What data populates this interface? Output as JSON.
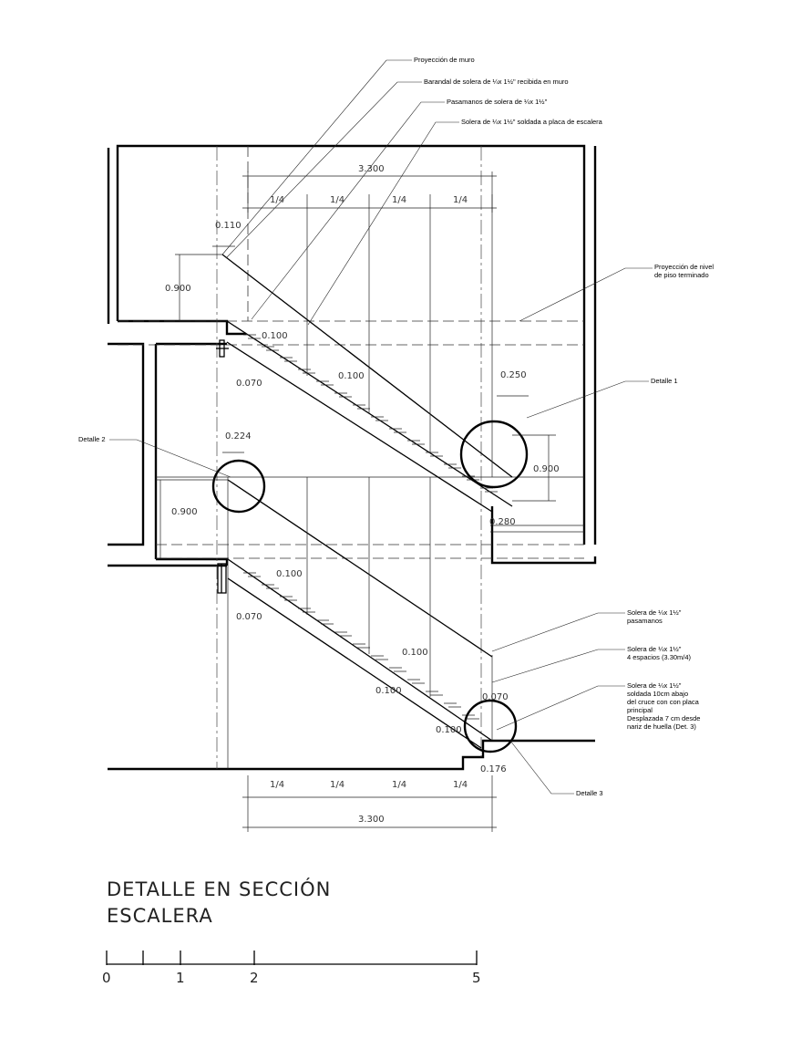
{
  "title": {
    "line1": "DETALLE EN SECCIÓN",
    "line2": "ESCALERA"
  },
  "notes": {
    "muro": "Proyección de muro",
    "barandal": "Barandal de solera de ¼x 1½\" recibida en muro",
    "pasamanos": "Pasamanos de solera de ¼x 1½\"",
    "solera_placa": "Solera de ¼x 1½\" soldada a placa de escalera",
    "nivel_1": "Proyección de nivel",
    "nivel_2": "de piso terminado",
    "detalle1": "Detalle 1",
    "detalle2": "Detalle 2",
    "detalle3": "Detalle 3",
    "sol_pas_1": "Solera de ¼x 1½\"",
    "sol_pas_2": "pasamanos",
    "sol_esp_1": "Solera de ¼x 1½\"",
    "sol_esp_2": "4 espacios (3.30m/4)",
    "sol_10_1": "Solera de ¼x 1½\"",
    "sol_10_2": "soldada 10cm abajo",
    "sol_10_3": "del cruce con con placa",
    "sol_10_4": "principal",
    "sol_10_5": "Desplazada 7 cm desde",
    "sol_10_6": "nariz de huella (Det. 3)"
  },
  "dims": {
    "top_total": "3.300",
    "quarter": "1/4",
    "d0110": "0.110",
    "d0900": "0.900",
    "d0100": "0.100",
    "d0070": "0.070",
    "d0250": "0.250",
    "d0224": "0.224",
    "d0280": "0.280",
    "d0176": "0.176",
    "bottom_total": "3.300"
  },
  "scale_bar": {
    "labels": [
      "0",
      "1",
      "2",
      "5"
    ]
  }
}
